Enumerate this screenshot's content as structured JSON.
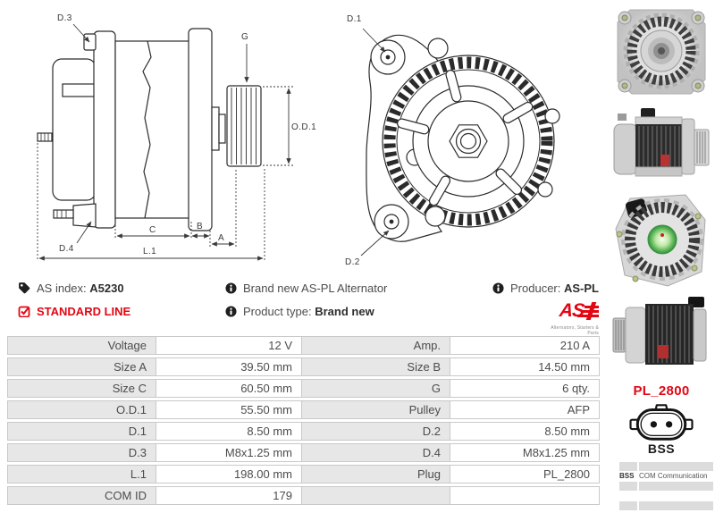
{
  "colors": {
    "red": "#e30613",
    "table_label_bg": "#e7e7e7",
    "table_border": "#c9c9c9",
    "line": "#2b2b2b"
  },
  "drawings": {
    "side_view": {
      "labels": {
        "d3": "D.3",
        "g": "G",
        "od1": "O.D.1",
        "d4": "D.4",
        "c": "C",
        "b": "B",
        "a": "A",
        "l1": "L.1"
      }
    },
    "front_view": {
      "labels": {
        "d1": "D.1",
        "d2": "D.2"
      }
    }
  },
  "info": {
    "as_index_label": "AS index:",
    "as_index_value": "A5230",
    "standard_line": "STANDARD LINE",
    "brand_new_text": "Brand new AS-PL Alternator",
    "product_type_label": "Product type:",
    "product_type_value": "Brand new",
    "producer_label": "Producer:",
    "producer_value": "AS-PL",
    "logo_text": "AS",
    "logo_tagline": "Alternators, Starters & Parts"
  },
  "spec_table": {
    "rows": [
      {
        "l1": "Voltage",
        "v1": "12 V",
        "l2": "Amp.",
        "v2": "210 A"
      },
      {
        "l1": "Size A",
        "v1": "39.50 mm",
        "l2": "Size B",
        "v2": "14.50 mm"
      },
      {
        "l1": "Size C",
        "v1": "60.50 mm",
        "l2": "G",
        "v2": "6 qty."
      },
      {
        "l1": "O.D.1",
        "v1": "55.50 mm",
        "l2": "Pulley",
        "v2": "AFP"
      },
      {
        "l1": "D.1",
        "v1": "8.50 mm",
        "l2": "D.2",
        "v2": "8.50 mm"
      },
      {
        "l1": "D.3",
        "v1": "M8x1.25 mm",
        "l2": "D.4",
        "v2": "M8x1.25 mm"
      },
      {
        "l1": "L.1",
        "v1": "198.00 mm",
        "l2": "Plug",
        "v2": "PL_2800"
      },
      {
        "l1": "COM ID",
        "v1": "179",
        "l2": "",
        "v2": ""
      }
    ]
  },
  "plug": {
    "code": "PL_2800",
    "type": "BSS",
    "pins": [
      {
        "name": "BSS",
        "function": "COM Communication"
      }
    ]
  }
}
